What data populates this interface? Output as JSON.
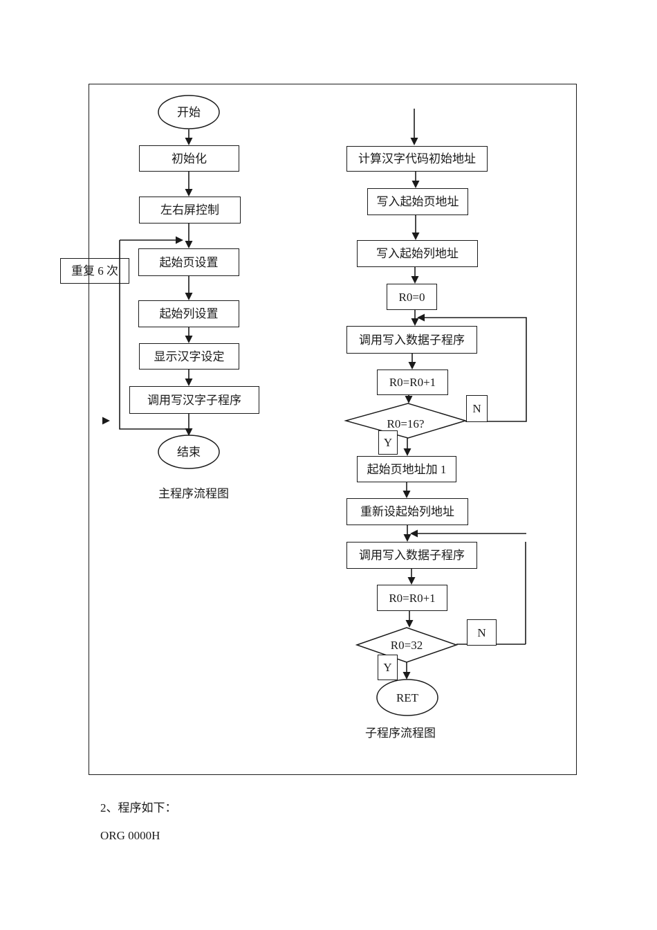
{
  "colors": {
    "line": "#1a1a1a",
    "text": "#1a1a1a",
    "background": "#ffffff"
  },
  "main_flowchart": {
    "caption": "主程序流程图",
    "start": "开始",
    "step_init": "初始化",
    "step_screen": "左右屏控制",
    "step_start_page": "起始页设置",
    "step_start_col": "起始列设置",
    "step_display": "显示汉字设定",
    "step_call_sub": "调用写汉字子程序",
    "end": "结束",
    "repeat_note": "重复 6 次"
  },
  "sub_flowchart": {
    "caption": "子程序流程图",
    "step_calc_addr": "计算汉字代码初始地址",
    "step_write_page": "写入起始页地址",
    "step_write_col": "写入起始列地址",
    "step_r0_zero": "R0=0",
    "step_call_write1": "调用写入数据子程序",
    "step_r0_inc1": "R0=R0+1",
    "decision_r0_16": "R0=16?",
    "label_n1": "N",
    "label_y1": "Y",
    "step_page_plus1": "起始页地址加 1",
    "step_reset_col": "重新设起始列地址",
    "step_call_write2": "调用写入数据子程序",
    "step_r0_inc2": "R0=R0+1",
    "decision_r0_32": "R0=32",
    "label_n2": "N",
    "label_y2": "Y",
    "end": "RET"
  },
  "document_text": {
    "heading": "2、程序如下：",
    "org_line": "ORG 0000H"
  }
}
